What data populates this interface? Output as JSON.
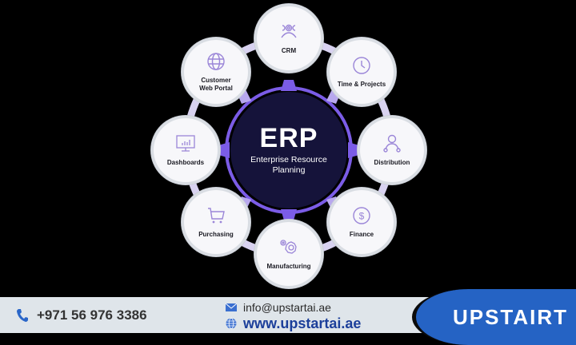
{
  "center": {
    "title": "ERP",
    "subtitle": "Enterprise Resource\nPlanning"
  },
  "nodes": [
    {
      "label": "CRM",
      "icon": "people-network-icon"
    },
    {
      "label": "Time & Projects",
      "icon": "clock-icon"
    },
    {
      "label": "Distribution",
      "icon": "distribution-tree-icon"
    },
    {
      "label": "Finance",
      "icon": "dollar-coin-icon"
    },
    {
      "label": "Manufacturing",
      "icon": "gears-icon"
    },
    {
      "label": "Purchasing",
      "icon": "shopping-cart-icon"
    },
    {
      "label": "Dashboards",
      "icon": "monitor-chart-icon"
    },
    {
      "label": "Customer\nWeb Portal",
      "icon": "globe-icon"
    }
  ],
  "footer": {
    "phone": "+971 56 976 3386",
    "email": "info@upstartai.ae",
    "website": "www.upstartai.ae",
    "brand": "UPSTAIRT"
  },
  "colors": {
    "background": "#000000",
    "center_fill": "#15133a",
    "ring": "#7b5ce6",
    "connector": "#d8d2f0",
    "icon_stroke": "#9b86d8",
    "footer_bg": "#dfe5ea",
    "brand_blue": "#2563c4",
    "link_blue": "#1c3f9a"
  }
}
